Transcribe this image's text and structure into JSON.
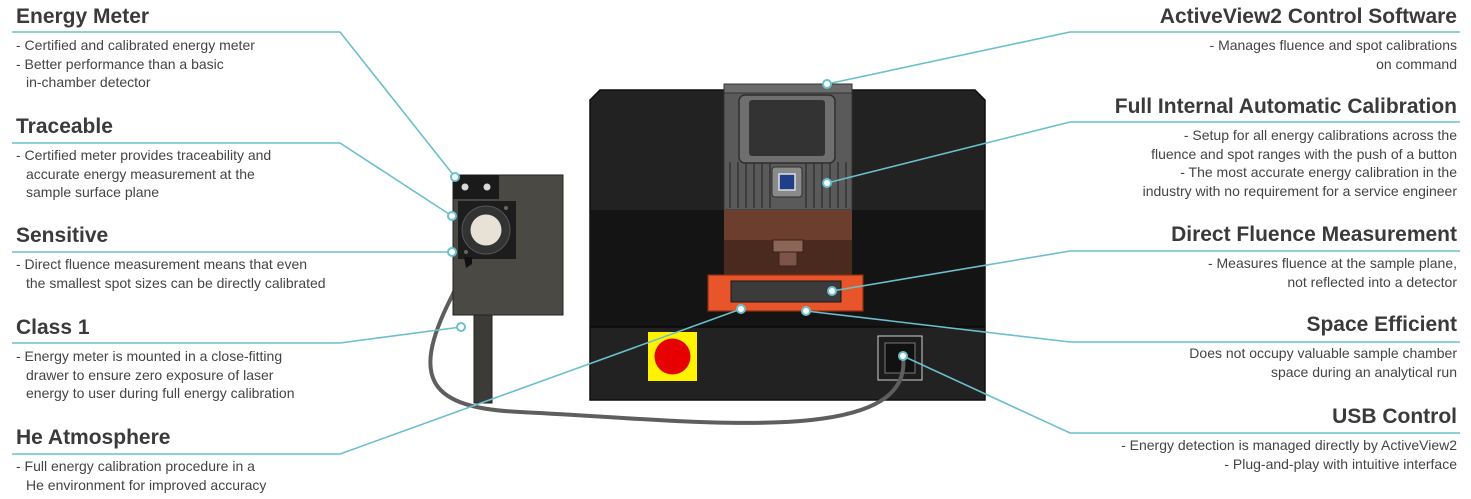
{
  "left_features": [
    {
      "title": "Energy Meter",
      "lines": [
        "- Certified and calibrated energy meter",
        "- Better performance than a basic",
        "  in-chamber detector"
      ]
    },
    {
      "title": "Traceable",
      "lines": [
        "- Certified meter provides traceability and",
        "  accurate energy measurement at the",
        "  sample surface plane"
      ]
    },
    {
      "title": "Sensitive",
      "lines": [
        "- Direct fluence measurement means that even",
        "  the smallest spot sizes can be directly calibrated"
      ]
    },
    {
      "title": "Class 1",
      "lines": [
        "- Energy meter is mounted in a close-fitting",
        "  drawer to ensure zero exposure of laser",
        "  energy to user during full energy calibration"
      ]
    },
    {
      "title": "He Atmosphere",
      "lines": [
        "- Full energy calibration procedure in a",
        "  He environment for improved accuracy"
      ]
    }
  ],
  "right_features": [
    {
      "title": "ActiveView2 Control Software",
      "lines": [
        "- Manages fluence and spot calibrations",
        "on command"
      ]
    },
    {
      "title": "Full Internal Automatic Calibration",
      "lines": [
        "- Setup for all energy calibrations across the",
        "fluence and spot ranges with the push of a button",
        "- The most accurate energy calibration in the",
        "industry with no requirement for a service engineer"
      ]
    },
    {
      "title": "Direct Fluence Measurement",
      "lines": [
        "- Measures fluence at the sample plane,",
        "not reflected into a detector"
      ]
    },
    {
      "title": "Space Efficient",
      "lines": [
        "Does not occupy valuable sample chamber",
        "space during an analytical run"
      ]
    },
    {
      "title": "USB Control",
      "lines": [
        "- Energy detection is managed directly by ActiveView2",
        "- Plug-and-play with intuitive interface"
      ]
    }
  ],
  "colors": {
    "callout_line": "#6bbfcc",
    "instrument_body": "#222222",
    "instrument_band": "#141414",
    "drawer_orange": "#e8552a",
    "stop_button_red": "#e60000",
    "stop_button_yellow": "#fff200",
    "meter_body": "#4b4944",
    "sensor_disc": "#e8e2d6"
  }
}
